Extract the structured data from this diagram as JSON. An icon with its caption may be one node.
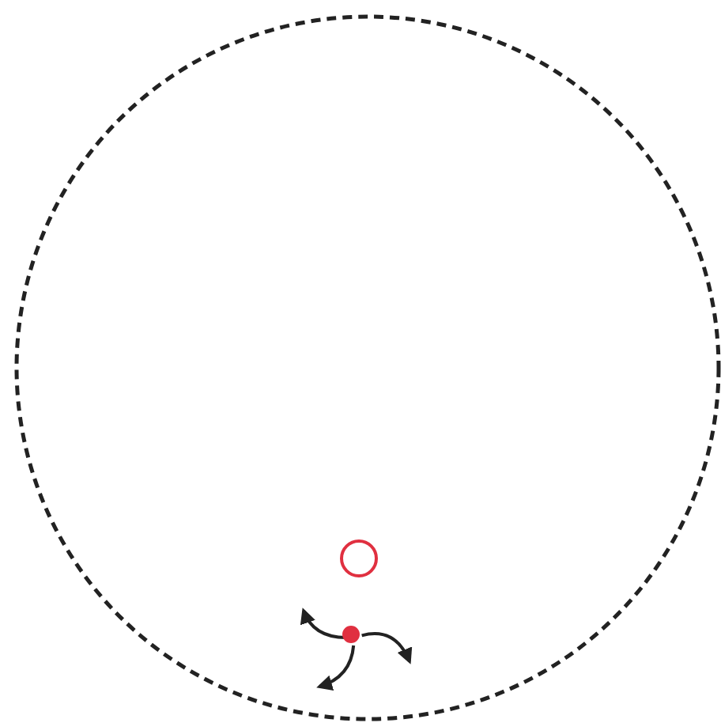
{
  "diagram": {
    "nodes": [
      {
        "text": [],
        "shape": "circle"
      },
      {
        "text": [],
        "shape": "circle",
        "in": 0
      },
      {
        "text": [],
        "shape": "circle",
        "in": 0
      }
    ],
    "edges": [
      {
        "from": 2,
        "to": null,
        "arrow": "to"
      },
      {
        "from": 2,
        "to": null,
        "arrow": "to"
      },
      {
        "from": 2,
        "to": null,
        "arrow": "to"
      }
    ]
  }
}
